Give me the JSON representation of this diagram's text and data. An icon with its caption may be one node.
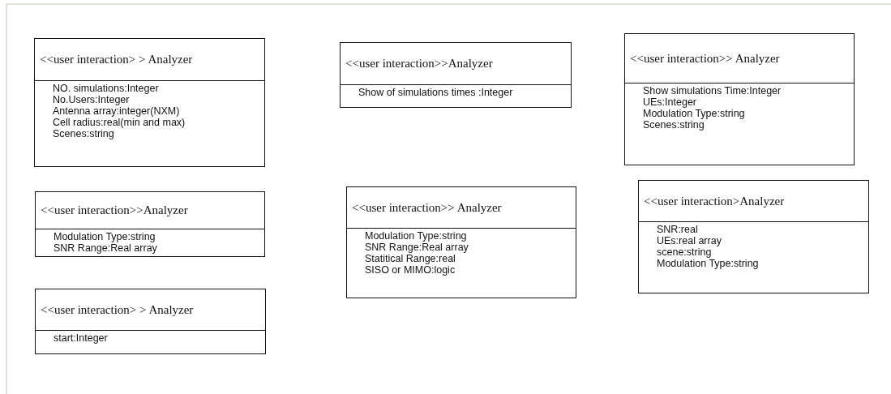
{
  "diagram": {
    "nodes": [
      {
        "text": [
          "<<user interaction> > Analyzer",
          "NO. simulations:Integer",
          "No.Users:Integer",
          "Antenna array:integer(NXM)",
          "Cell radius:real(min and max)",
          "Scenes:string"
        ]
      },
      {
        "text": [
          "<<user interaction>>Analyzer",
          "Show of simulations times :Integer"
        ]
      },
      {
        "text": [
          "<<user interaction>> Analyzer",
          "Show simulations Time:Integer",
          "UEs:Integer",
          "Modulation Type:string",
          "Scenes:string"
        ]
      },
      {
        "text": [
          "<<user interaction>>Analyzer",
          "Modulation Type:string",
          "SNR Range:Real array"
        ]
      },
      {
        "text": [
          "<<user interaction>> Analyzer",
          "Modulation Type:string",
          "SNR Range:Real array",
          "Statitical Range:real",
          "SISO or MIMO:logic"
        ]
      },
      {
        "text": [
          "<<user interaction>Analyzer",
          "SNR:real",
          "UEs:real array",
          "scene:string",
          "Modulation Type:string"
        ]
      },
      {
        "text": [
          "<<user interaction> > Analyzer",
          "start:Integer"
        ]
      }
    ]
  }
}
